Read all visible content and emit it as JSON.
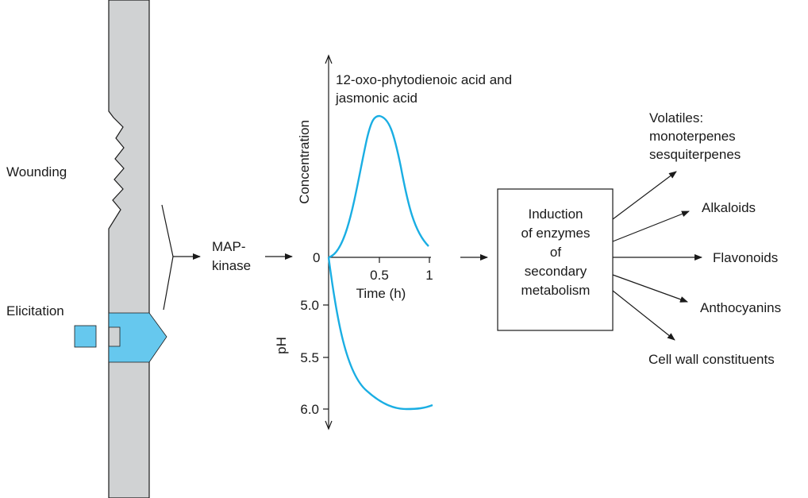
{
  "colors": {
    "membrane": "#d0d2d3",
    "membrane_edge": "#1a1a1a",
    "receptor": "#66c8ee",
    "curve": "#1aaee3",
    "text": "#1a1a1a"
  },
  "labels": {
    "wounding": "Wounding",
    "elicitation": "Elicitation",
    "map_kinase_line1": "MAP-",
    "map_kinase_line2": "kinase",
    "acid_line1": "12-oxo-phytodienoic acid and",
    "acid_line2": "jasmonic acid",
    "induction_lines": [
      "Induction",
      "of enzymes",
      "of",
      "secondary",
      "metabolism"
    ]
  },
  "graph": {
    "concentration_label": "Concentration",
    "time_label": "Time (h)",
    "time_ticks": [
      "0.5",
      "1"
    ],
    "zero_label": "0",
    "ph_label": "pH",
    "ph_ticks": [
      "5.0",
      "5.5",
      "6.0"
    ]
  },
  "outputs": [
    {
      "lines": [
        "Volatiles:",
        "monoterpenes",
        "sesquiterpenes"
      ]
    },
    {
      "lines": [
        "Alkaloids"
      ]
    },
    {
      "lines": [
        "Flavonoids"
      ]
    },
    {
      "lines": [
        "Anthocyanins"
      ]
    },
    {
      "lines": [
        "Cell wall constituents"
      ]
    }
  ]
}
